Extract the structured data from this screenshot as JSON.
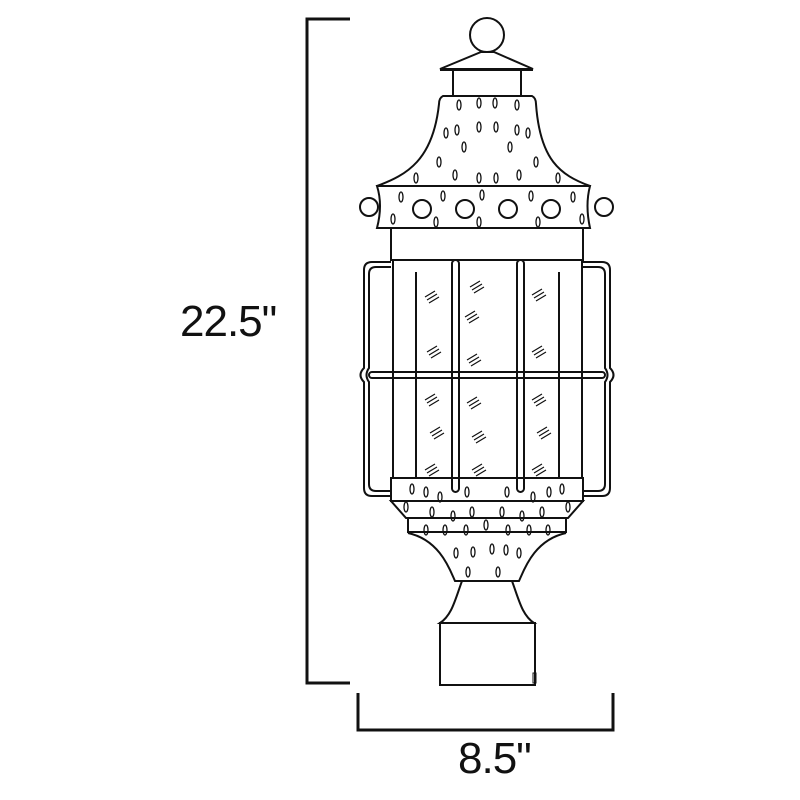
{
  "diagram": {
    "subject": "outdoor post lantern line drawing",
    "line_color": "#111111",
    "background": "#ffffff"
  },
  "dimensions": {
    "height": {
      "label": "22.5\"",
      "value": 22.5,
      "unit": "in"
    },
    "width": {
      "label": "8.5\"",
      "value": 8.5,
      "unit": "in"
    }
  }
}
